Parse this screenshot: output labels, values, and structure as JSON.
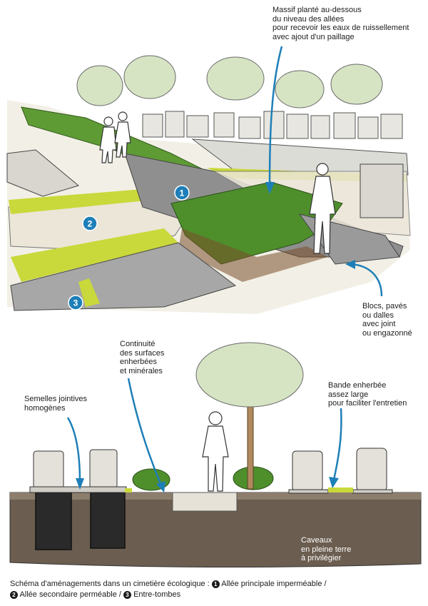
{
  "top_scene": {
    "labels": {
      "massif": "Massif planté au-dessous\ndu niveau des allées\npour recevoir les eaux de ruissellement\navec ajout d'un paillage",
      "blocs": "Blocs, pavés\nou dalles\navec joint\nou engazonné"
    },
    "markers": [
      "1",
      "2",
      "3"
    ]
  },
  "bottom_section": {
    "labels": {
      "continuite": "Continuité\ndes surfaces\nenherbées\net minérales",
      "semelles": "Semelles jointives\nhomogènes",
      "bande": "Bande enherbée\nassez large\npour faciliter l'entretien",
      "caveaux": "Caveaux\nen pleine terre\nà privilégier"
    }
  },
  "caption": {
    "intro": "Schéma d'aménagements dans un cimetière écologique :",
    "items": [
      {
        "num": "1",
        "text": "Allée principale imperméable /"
      },
      {
        "num": "2",
        "text": "Allée secondaire perméable /"
      },
      {
        "num": "3",
        "text": "Entre-tombes"
      }
    ]
  },
  "colors": {
    "accent_blue": "#1e7fb8",
    "grass_green": "#c9d83a",
    "hedge_green": "#4e8f2c",
    "path_gray": "#8f8f8f",
    "gravel": "#ece6d8",
    "soil": "#6b5d4f"
  }
}
